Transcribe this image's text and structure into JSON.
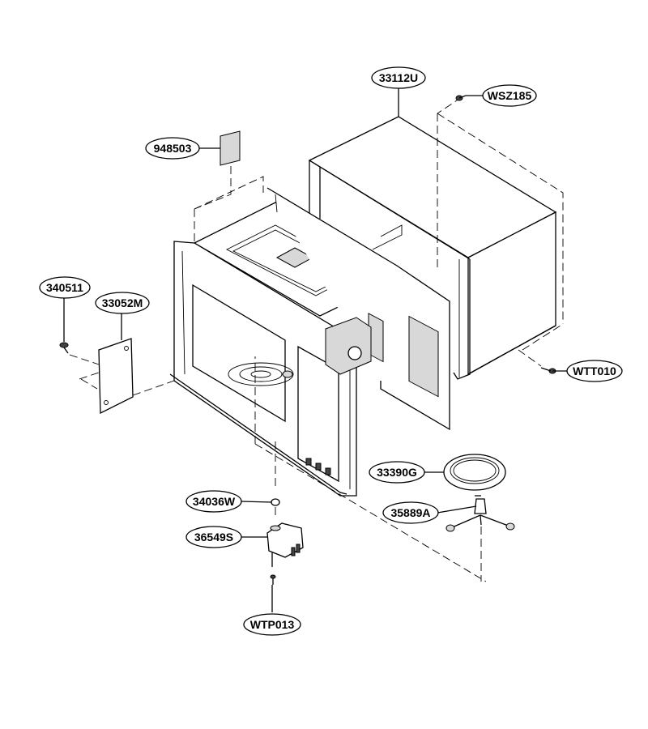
{
  "parts": [
    {
      "id": "33112U",
      "label": "33112U"
    },
    {
      "id": "WSZ185",
      "label": "WSZ185"
    },
    {
      "id": "948503",
      "label": "948503"
    },
    {
      "id": "340511",
      "label": "340511"
    },
    {
      "id": "33052M",
      "label": "33052M"
    },
    {
      "id": "WTT010",
      "label": "WTT010"
    },
    {
      "id": "33390G",
      "label": "33390G"
    },
    {
      "id": "35889A",
      "label": "35889A"
    },
    {
      "id": "34036W",
      "label": "34036W"
    },
    {
      "id": "36549S",
      "label": "36549S"
    },
    {
      "id": "WTP013",
      "label": "WTP013"
    }
  ]
}
